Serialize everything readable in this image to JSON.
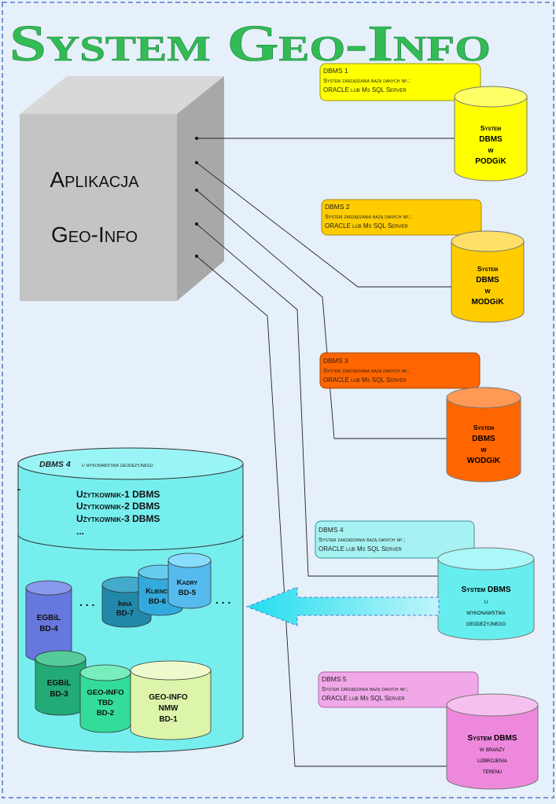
{
  "title": "System Geo-Info",
  "application": {
    "line1": "Aplikacja",
    "line2": "Geo-Info"
  },
  "dbms_cards": [
    {
      "id": "dbms1",
      "label": "DBMS 1",
      "line2": "System zarządzania bazą danych np.:",
      "line3": "ORACLE lub Ms SQL Server",
      "fill": "#ffff00",
      "stroke": "#999900"
    },
    {
      "id": "dbms2",
      "label": "DBMS 2",
      "line2": "System zarządzania bazą danych np.:",
      "line3": "ORACLE lub Ms SQL Server",
      "fill": "#ffcc00",
      "stroke": "#aa8800"
    },
    {
      "id": "dbms3",
      "label": "DBMS 3",
      "line2": "System zarządzania bazą danych np.:",
      "line3": "ORACLE lub Ms SQL Server",
      "fill": "#ff6600",
      "stroke": "#aa4400"
    },
    {
      "id": "dbms4",
      "label": "DBMS 4",
      "line2": "System zarządzania bazą danych np.:",
      "line3": "ORACLE lub Ms SQL Server",
      "fill": "#a6f2f2",
      "stroke": "#339999"
    },
    {
      "id": "dbms5",
      "label": "DBMS 5",
      "line2": "System zarządzania bazą danych np.:",
      "line3": "ORACLE lub Ms SQL Server",
      "fill": "#f0a8e8",
      "stroke": "#aa66aa"
    }
  ],
  "cylinders": [
    {
      "id": "podgik",
      "lines": [
        "System",
        "DBMS",
        "w",
        "PODGiK"
      ],
      "fill": "#ffff00",
      "top": "#ffff66"
    },
    {
      "id": "modgik",
      "lines": [
        "System",
        "DBMS",
        "w",
        "MODGiK"
      ],
      "fill": "#ffcc00",
      "top": "#ffe066"
    },
    {
      "id": "wodgik",
      "lines": [
        "System",
        "DBMS",
        "w",
        "WODGiK"
      ],
      "fill": "#ff6600",
      "top": "#ff9955"
    },
    {
      "id": "wykonawstwo",
      "lines": [
        "System DBMS",
        "u",
        "wykonawstwa",
        "geodezyjnego"
      ],
      "fill": "#66eeee",
      "top": "#aaf8f8"
    },
    {
      "id": "branza",
      "lines": [
        "System DBMS",
        "w branży",
        "uzbrojenia",
        "terenu"
      ],
      "fill": "#ee88dd",
      "top": "#f6c0ee"
    }
  ],
  "big_db": {
    "header": "DBMS 4",
    "header_sub": "u wykonawstwa geodezyjnego",
    "users": [
      "Użytkownik-1 DBMS",
      "Użytkownik-2 DBMS",
      "Użytkownik-3 DBMS",
      "..."
    ],
    "dots_left": ". . .",
    "dots_right": ". . ."
  },
  "small_dbs": [
    {
      "id": "egbil-bd4",
      "lines": [
        "EGBiL",
        "BD-4"
      ],
      "fill": "#6677dd",
      "top": "#8899ee"
    },
    {
      "id": "inna-bd7",
      "lines": [
        "Inna",
        "BD-7"
      ],
      "fill": "#2288aa",
      "top": "#44aacc"
    },
    {
      "id": "klienci-bd6",
      "lines": [
        "Klienci",
        "BD-6"
      ],
      "fill": "#33aadd",
      "top": "#66ccee"
    },
    {
      "id": "kadry-bd5",
      "lines": [
        "Kadry",
        "BD-5"
      ],
      "fill": "#55bbee",
      "top": "#88ddff"
    },
    {
      "id": "egbil-bd3",
      "lines": [
        "EGBiL",
        "BD-3"
      ],
      "fill": "#22aa77",
      "top": "#55cc99"
    },
    {
      "id": "geoinfo-bd2",
      "lines": [
        "GEO-INFO",
        "TBD",
        "BD-2"
      ],
      "fill": "#33dd99",
      "top": "#77eebb"
    },
    {
      "id": "geoinfo-bd1",
      "lines": [
        "GEO-INFO",
        "NMW",
        "BD-1"
      ],
      "fill": "#ddf5aa",
      "top": "#eefacc"
    }
  ],
  "colors": {
    "background": "#e6f0fa",
    "title": "#33bb55",
    "border": "#5577cc",
    "cube": "#c0c0c0",
    "arrow": "#33ddee"
  }
}
